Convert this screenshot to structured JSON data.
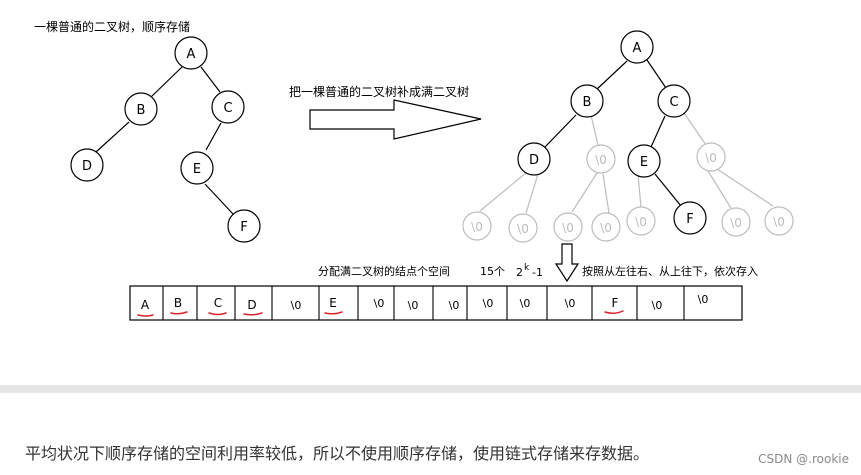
{
  "left_title": "一棵普通的二叉树，顺序存储",
  "arrow_label": "把一棵普通的二叉树补成满二叉树",
  "left_tree": {
    "nodes": [
      "A",
      "B",
      "C",
      "D",
      "E",
      "F"
    ]
  },
  "full_tree": {
    "nodes": [
      "A",
      "B",
      "C",
      "D",
      "\\0",
      "E",
      "\\0",
      "\\0",
      "\\0",
      "\\0",
      "\\0",
      "\\0",
      "F",
      "\\0",
      "\\0"
    ]
  },
  "array_note": {
    "prefix": "分配满二叉树的结点个空间",
    "count": "15个",
    "formula_base": "2",
    "formula_exp": "k",
    "formula_tail": "-1",
    "order": "按照从左往右、从上往下，依次存入"
  },
  "array_cells": [
    "A",
    "B",
    "C",
    "D",
    "\\0",
    "E",
    "\\0",
    "\\0",
    "\\0",
    "\\0",
    "\\0",
    "\\0",
    "F",
    "\\0",
    "\\0"
  ],
  "underlined_cells": [
    "A",
    "B",
    "C",
    "D",
    "E",
    "F"
  ],
  "colors": {
    "solid": "#000000",
    "faded": "#bdbdbd",
    "underline": "#d9232d",
    "divider": "#e6e6e6"
  },
  "caption": "平均状况下顺序存储的空间利用率较低，所以不使用顺序存储，使用链式存储来存数据。",
  "watermark": "CSDN @.rookie"
}
